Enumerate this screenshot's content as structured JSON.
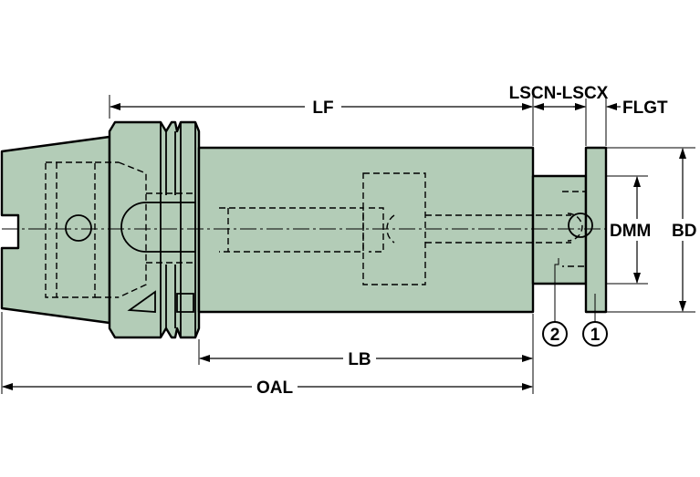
{
  "colors": {
    "body": "#b3ccb7",
    "line": "#000000",
    "background": "#ffffff"
  },
  "dimensions": {
    "lf": "LF",
    "lscn_lscx": "LSCN-LSCX",
    "flgt": "FLGT",
    "dmm": "DMM",
    "bd": "BD",
    "lb": "LB",
    "oal": "OAL"
  },
  "callouts": {
    "one": "1",
    "two": "2"
  }
}
